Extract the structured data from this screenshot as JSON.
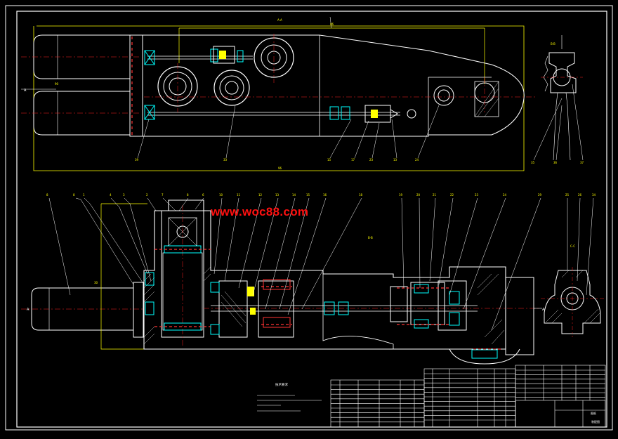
{
  "watermark": "www.woc88.com",
  "colors": {
    "background": "#000000",
    "frame": "#ffffff",
    "part": "#ffffff",
    "hidden": "#ffff00",
    "centerline": "#ff2020",
    "section": "#ff3030",
    "bearing": "#00ffff",
    "leader": "#ffffff",
    "watermark": "#ff1010"
  },
  "views": [
    "top-view",
    "front-section",
    "side-section-top",
    "side-section-bottom",
    "title-block"
  ]
}
